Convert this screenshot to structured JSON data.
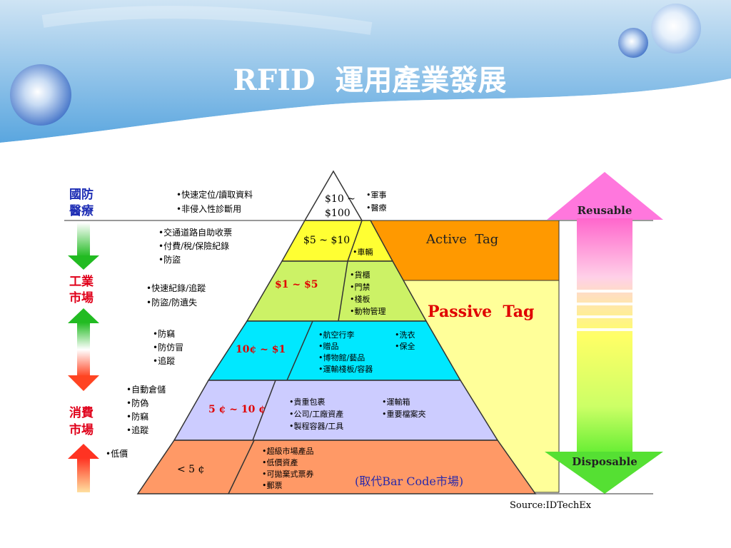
{
  "slide": {
    "title": "RFID  運用產業發展"
  },
  "left_labels": {
    "defense_medical": [
      "國防",
      "醫療"
    ],
    "industrial": [
      "工業",
      "市場"
    ],
    "consumer": [
      "消費",
      "市場"
    ]
  },
  "left_notes": {
    "row1": [
      "•快速定位/讀取資料",
      "•非侵入性診斷用"
    ],
    "row2": [
      "•交通道路自助收票",
      "•付費/稅/保險紀錄",
      "•防盜"
    ],
    "row3": [
      "•快速紀錄/追蹤",
      "•防盜/防遺失"
    ],
    "row4": [
      "•防竊",
      "•防仿冒",
      "•追蹤"
    ],
    "row5": [
      "•自動倉儲",
      "•防偽",
      "•防竊",
      "•追蹤"
    ],
    "row6": [
      "•低價"
    ]
  },
  "price_tiers": [
    "$10 ~",
    "$100",
    "$5 ~ $10",
    "$1 ~ $5",
    "10¢ ~ $1",
    "5 ¢ ~ 10 ¢",
    "< 5 ¢"
  ],
  "right_notes": {
    "row1": [
      "•軍事",
      "•醫療"
    ],
    "row2": [
      "•車輛"
    ],
    "row3": [
      "•貨櫃",
      "•門禁",
      "•棧板",
      "•動物管理"
    ],
    "row4a": [
      "•航空行李",
      "•贈品",
      "•博物館/藝品",
      "•運輸棧板/容器"
    ],
    "row4b": [
      "•洗衣",
      "•保全"
    ],
    "row5a": [
      "•貴重包裹",
      "•公司/工廠資產",
      "•製程容器/工具"
    ],
    "row5b": [
      "•運輸箱",
      "•重要檔案夾"
    ],
    "row6": [
      "•超級市場產品",
      "•低價資產",
      "•可拋棄式票券",
      "•郵票"
    ]
  },
  "tag_types": {
    "active": "Active  Tag",
    "passive": "Passive  Tag"
  },
  "bar_code_note": "(取代Bar Code市場)",
  "arrow_labels": {
    "top": "Reusable",
    "bottom": "Disposable"
  },
  "source": "Source:IDTechEx",
  "colors": {
    "tier1": "#ffffff",
    "tier2": "#ffff33",
    "tier3": "#ccf266",
    "tier4": "#00e8ff",
    "tier5": "#ccccff",
    "tier6": "#ff9966",
    "active": "#ff9900",
    "passive": "#ffff99",
    "label_blue": "#1f2fb5",
    "label_red": "#e0001a",
    "price_red": "#e00000"
  }
}
